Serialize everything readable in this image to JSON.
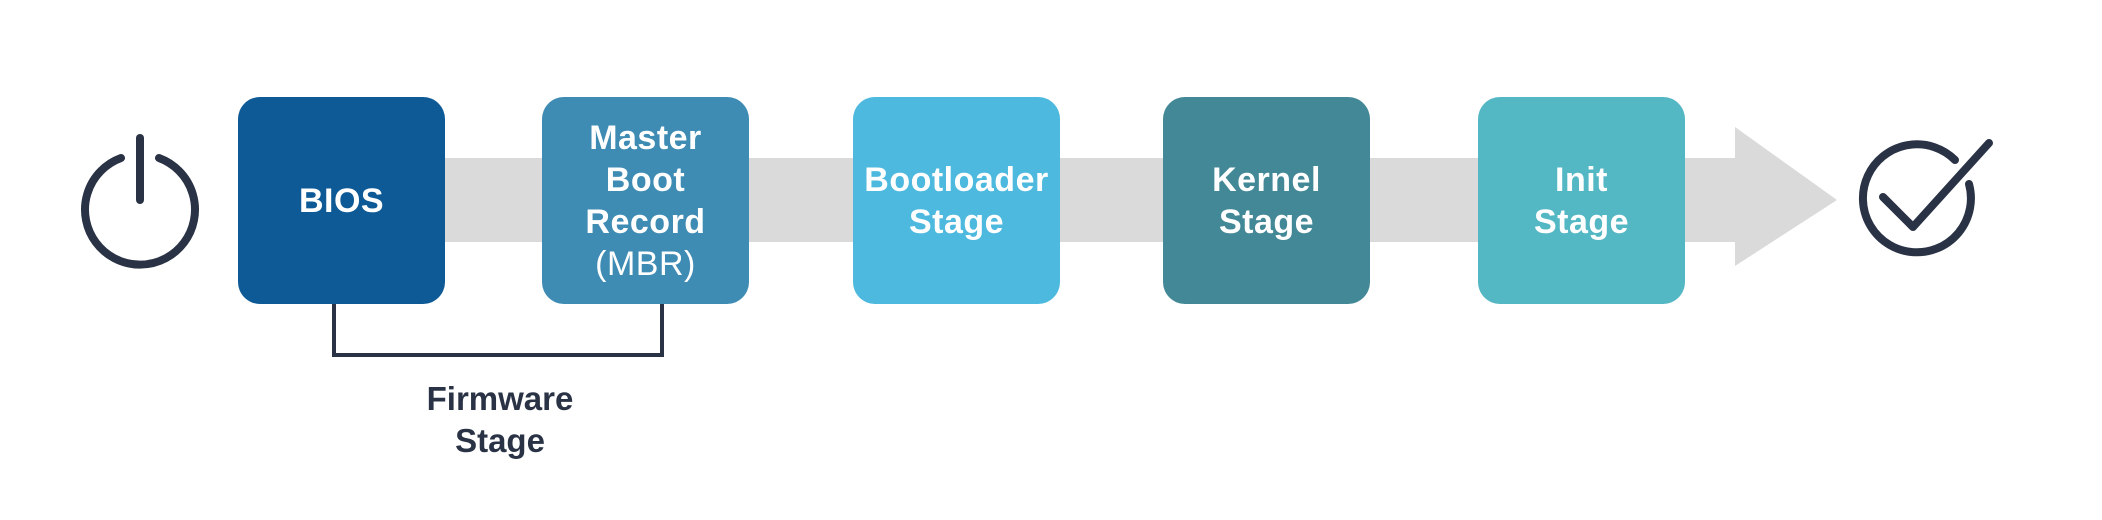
{
  "colors": {
    "arrow": "#dadada",
    "icon": "#2a3345",
    "bracket": "#2a3345",
    "text_dark": "#2a3345"
  },
  "stages": [
    {
      "lines": [
        {
          "text": "BIOS",
          "weight": "bold"
        }
      ],
      "color": "#0e5a96"
    },
    {
      "lines": [
        {
          "text": "Master",
          "weight": "bold"
        },
        {
          "text": "Boot",
          "weight": "bold"
        },
        {
          "text": "Record",
          "weight": "bold"
        },
        {
          "text": "(MBR)",
          "weight": "normal"
        }
      ],
      "color": "#3e8bb4"
    },
    {
      "lines": [
        {
          "text": "Bootloader",
          "weight": "bold"
        },
        {
          "text": "Stage",
          "weight": "bold"
        }
      ],
      "color": "#4db9de"
    },
    {
      "lines": [
        {
          "text": "Kernel",
          "weight": "bold"
        },
        {
          "text": "Stage",
          "weight": "bold"
        }
      ],
      "color": "#438896"
    },
    {
      "lines": [
        {
          "text": "Init",
          "weight": "bold"
        },
        {
          "text": "Stage",
          "weight": "bold"
        }
      ],
      "color": "#54b7c4"
    }
  ],
  "firmware_group": {
    "label_lines": [
      "Firmware",
      "Stage"
    ]
  },
  "icons": {
    "start": "power-icon",
    "end": "checkmark-circle-icon"
  }
}
